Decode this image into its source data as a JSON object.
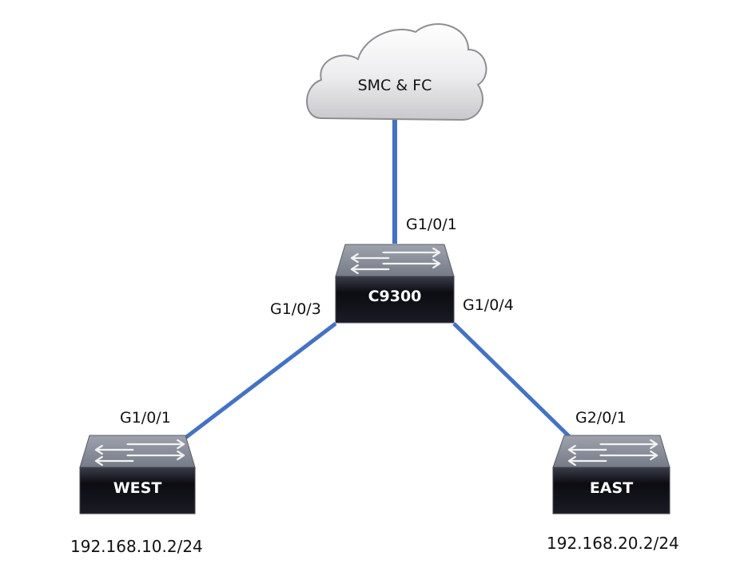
{
  "cloud": {
    "label": "SMC & FC"
  },
  "devices": {
    "core": {
      "name": "C9300",
      "ports": {
        "up": "G1/0/1",
        "left": "G1/0/3",
        "right": "G1/0/4"
      }
    },
    "west": {
      "name": "WEST",
      "port": "G1/0/1",
      "ip": "192.168.10.2/24"
    },
    "east": {
      "name": "EAST",
      "port": "G2/0/1",
      "ip": "192.168.20.2/24"
    }
  },
  "colors": {
    "link": "#4472C4",
    "switch_top": "#8a8f9c",
    "switch_body": "#0d0d12"
  }
}
